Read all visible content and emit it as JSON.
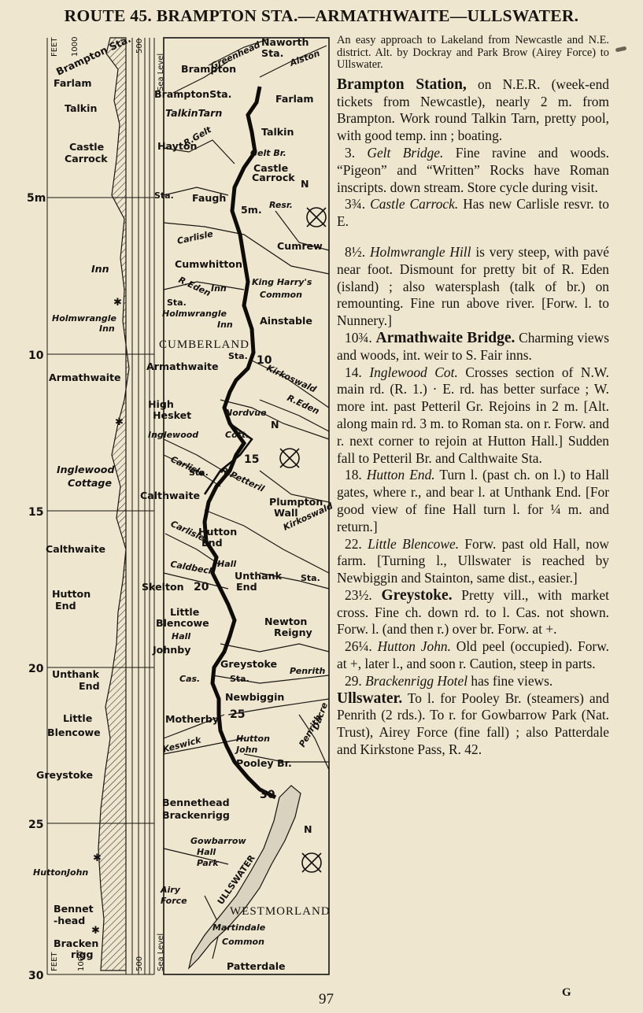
{
  "header": {
    "title": "ROUTE 45.  BRAMPTON STA.—ARMATHWAITE—ULLSWATER."
  },
  "map": {
    "profile_labels": [
      {
        "text": "Brampton Sta.",
        "italic": false
      },
      {
        "text": "Farlam",
        "italic": false
      },
      {
        "text": "Talkin",
        "italic": false
      },
      {
        "text": "Castle",
        "italic": false
      },
      {
        "text": "Carrock",
        "italic": false
      },
      {
        "text": "Inn",
        "italic": true
      },
      {
        "text": "Holmwrangle",
        "italic": true
      },
      {
        "text": "Inn",
        "italic": true
      },
      {
        "text": "Armathwaite",
        "italic": false
      },
      {
        "text": "Inglewood",
        "italic": true
      },
      {
        "text": "Cottage",
        "italic": true
      },
      {
        "text": "Calthwaite",
        "italic": false
      },
      {
        "text": "Hutton",
        "italic": false
      },
      {
        "text": "End",
        "italic": false
      },
      {
        "text": "Unthank",
        "italic": false
      },
      {
        "text": "End",
        "italic": false
      },
      {
        "text": "Little",
        "italic": false
      },
      {
        "text": "Blencowe",
        "italic": false
      },
      {
        "text": "Greystoke",
        "italic": false
      },
      {
        "text": "HuttonJohn",
        "italic": true
      },
      {
        "text": "Bennet",
        "italic": false
      },
      {
        "text": "-head",
        "italic": false
      },
      {
        "text": "Bracken",
        "italic": false
      },
      {
        "text": "rigg",
        "italic": false
      }
    ],
    "mile_markers": [
      "5m",
      "10",
      "15",
      "20",
      "25",
      "30"
    ],
    "axis_labels": [
      "FEET",
      "1000",
      "500",
      "Sea Level"
    ],
    "places": [
      "Naworth",
      "Sta.",
      "Greenhead",
      "Alston",
      "Brampton",
      "BramptonSta.",
      "Farlam",
      "TalkinTarn",
      "Talkin",
      "R.Gelt",
      "Hayton",
      "Gelt Br.",
      "Castle",
      "Carrock",
      "Sta.",
      "Faugh",
      "5m.",
      "Resr.",
      "Carlisle",
      "Cumrew",
      "Cumwhitton",
      "R.Eden",
      "Inn",
      "King Harry's",
      "Common",
      "Sta.",
      "Holmwrangle",
      "Inn",
      "Ainstable",
      "CUMBERLAND",
      "Sta.",
      "10",
      "Armathwaite",
      "Kirkoswald",
      "R.Eden",
      "High",
      "Hesket",
      "Nordvue",
      "Inglewood",
      "Cott.",
      "15",
      "Carlisle",
      "Sta.",
      "R.Petteril",
      "Calthwaite",
      "Plumpton",
      "Wall",
      "Kirkoswald",
      "Carlisle",
      "Hutton",
      "End",
      "Hall",
      "Caldbeck",
      "Unthank",
      "End",
      "Sta.",
      "Skelton",
      "20",
      "Little",
      "Blencowe",
      "Hall",
      "Newton",
      "Reigny",
      "Johnby",
      "Greystoke",
      "Penrith",
      "Cas.",
      "Sta.",
      "Newbiggin",
      "Motherby",
      "25",
      "Keswick",
      "Hutton",
      "John",
      "Pooley Br.",
      "Penrith",
      "Dacre",
      "30",
      "Bennethead",
      "Brackenrigg",
      "Gowbarrow",
      "Hall",
      "Park",
      "Airy",
      "Force",
      "ULLSWATER",
      "WESTMORLAND",
      "Martindale",
      "Common",
      "Patterdale"
    ],
    "compass_letter": "N"
  },
  "text": {
    "intro": "An easy approach to Lakeland from Newcastle and N.E. district. Alt. by Dockray and Park Brow (Airey Force) to Ullswater.",
    "entries": [
      {
        "num": "",
        "head": "Brampton Station,",
        "body": " on N.E.R. (week-end tickets from Newcastle), nearly 2 m. from Brampton. Work round Talkin Tarn, pretty pool, with good temp. inn ; boating."
      },
      {
        "num": "3.",
        "head": "Gelt Bridge.",
        "body": " Fine ravine and woods. “Pigeon” and “Written” Rocks have Roman inscripts. down stream. Store cycle during visit."
      },
      {
        "num": "3¾.",
        "head": "Castle Carrock.",
        "body": " Has new Carlisle resvr. to E."
      },
      {
        "num": "8½.",
        "head": "Holmwrangle Hill",
        "body": " is very steep, with pavé near foot. Dismount for pretty bit of R. Eden (island) ; also watersplash (talk of br.) on remounting. Fine run above river. [Forw. l. to Nunnery.]"
      },
      {
        "num": "10¾.",
        "head": "Armathwaite Bridge.",
        "body": " Charming views and woods, int. weir to S. Fair inns."
      },
      {
        "num": "14.",
        "head": "Inglewood Cot.",
        "body": " Crosses section of N.W. main rd. (R. 1.) · E. rd. has better surface ; W. more int. past Petteril Gr. Rejoins in 2 m. [Alt. along main rd. 3 m. to Roman sta. on r. Forw. and r. next corner to rejoin at Hutton Hall.] Sudden fall to Petteril Br. and Calthwaite Sta."
      },
      {
        "num": "18.",
        "head": "Hutton End.",
        "body": " Turn l. (past ch. on l.) to Hall gates, where r., and bear l. at Unthank End. [For good view of fine Hall turn l. for ¼ m. and return.]"
      },
      {
        "num": "22.",
        "head": "Little Blencowe.",
        "body": " Forw. past old Hall, now farm. [Turning l., Ullswater is reached by Newbiggin and Stainton, same dist., easier.]"
      },
      {
        "num": "23½.",
        "head": "Greystoke.",
        "body": " Pretty vill., with market cross. Fine ch. down rd. to l. Cas. not shown. Forw. l. (and then r.) over br. Forw. at +."
      },
      {
        "num": "26¼.",
        "head": "Hutton John.",
        "body": " Old peel (occupied). Forw. at +, later l., and soon r. Caution, steep in parts."
      },
      {
        "num": "29.",
        "head": "Brackenrigg Hotel",
        "body": " has fine views."
      },
      {
        "num": "",
        "head": "Ullswater.",
        "body": " To l. for Pooley Br. (steamers) and Penrith (2 rds.). To r. for Gowbarrow Park (Nat. Trust), Airey Force (fine fall) ; also Patterdale and Kirkstone Pass, R. 42."
      }
    ]
  },
  "footer": {
    "page_number": "97",
    "signature": "G"
  }
}
